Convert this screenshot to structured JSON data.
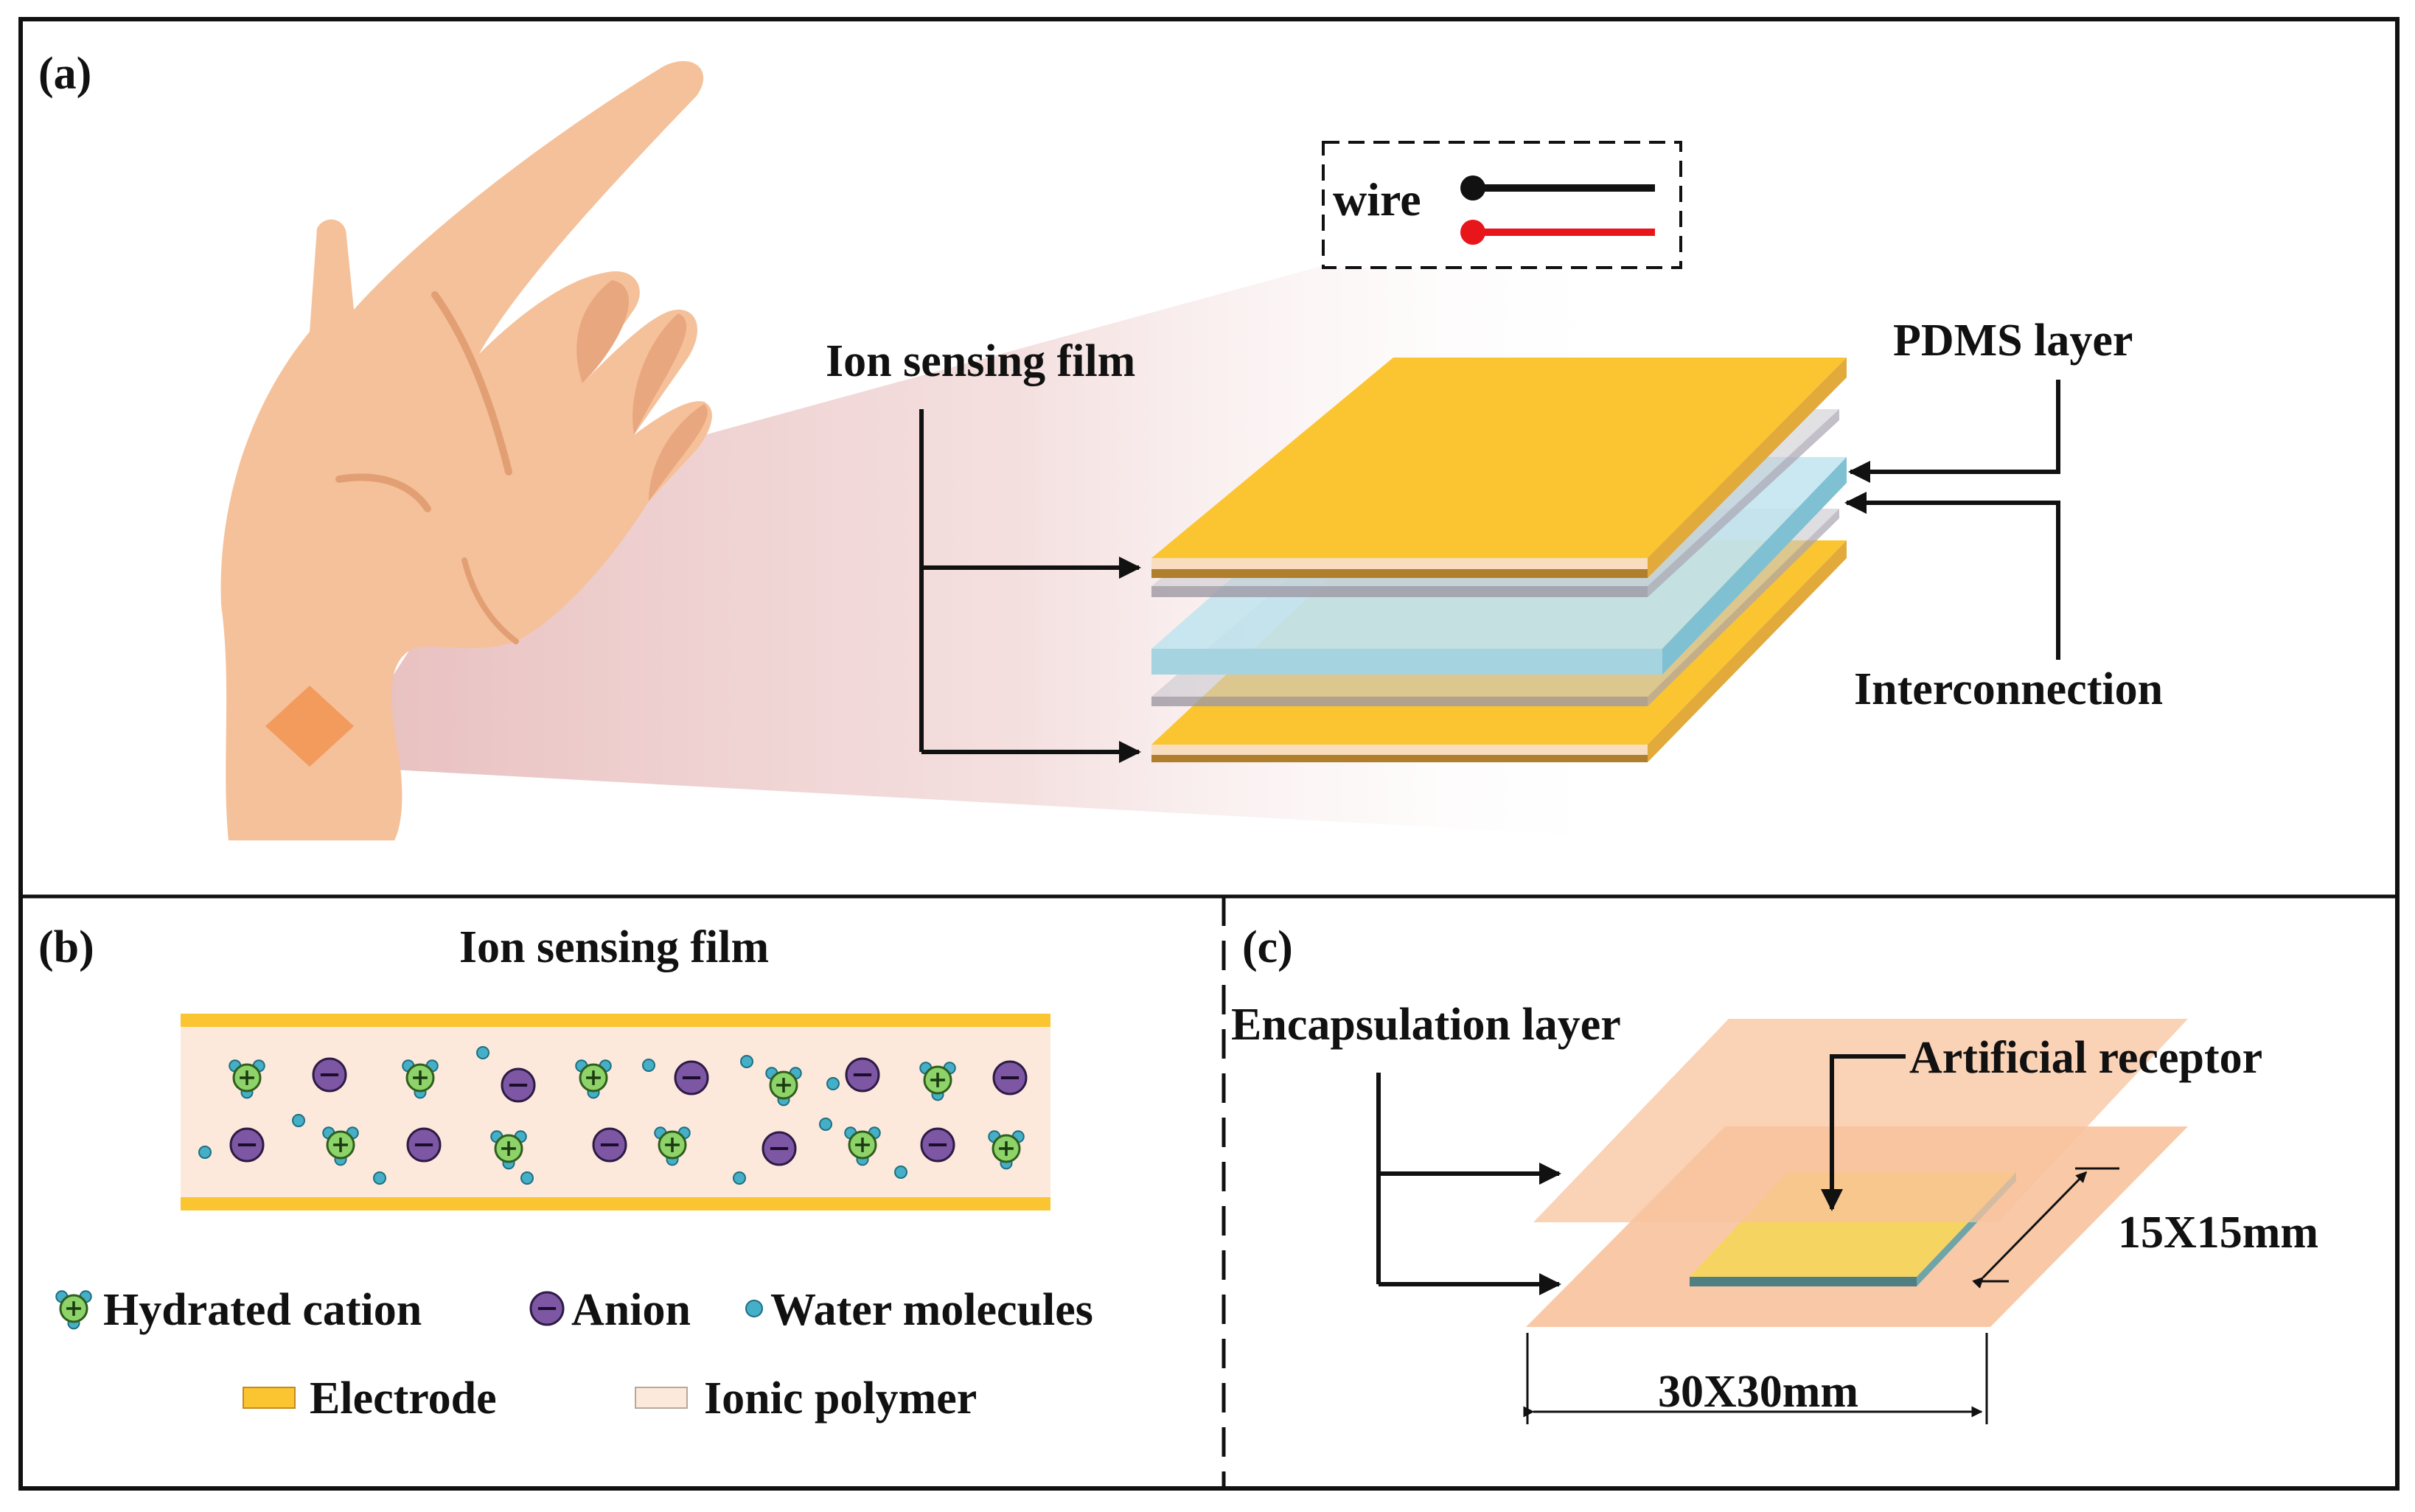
{
  "panels": {
    "a": {
      "label": "(a)",
      "wire_label": "wire",
      "ion_film_label": "Ion sensing film",
      "pdms_label": "PDMS layer",
      "interconnection_label": "Interconnection"
    },
    "b": {
      "label": "(b)",
      "title": "Ion sensing film",
      "legend": {
        "hydrated_cation": "Hydrated cation",
        "anion": "Anion",
        "water": "Water molecules",
        "electrode": "Electrode",
        "ionic_polymer": "Ionic polymer"
      }
    },
    "c": {
      "label": "(c)",
      "encapsulation_label": "Encapsulation layer",
      "receptor_label": "Artificial receptor",
      "small_dim": "15X15mm",
      "large_dim": "30X30mm"
    }
  },
  "colors": {
    "electrode": "#FBC531",
    "ionic_polymer": "#FCE9DC",
    "pdms": "#BFE4EE",
    "skin": "#F5C19A",
    "encapsulation": "#F8C39D",
    "cation": "#8ED36A",
    "anion": "#7E57A4",
    "water": "#44AFC6"
  }
}
